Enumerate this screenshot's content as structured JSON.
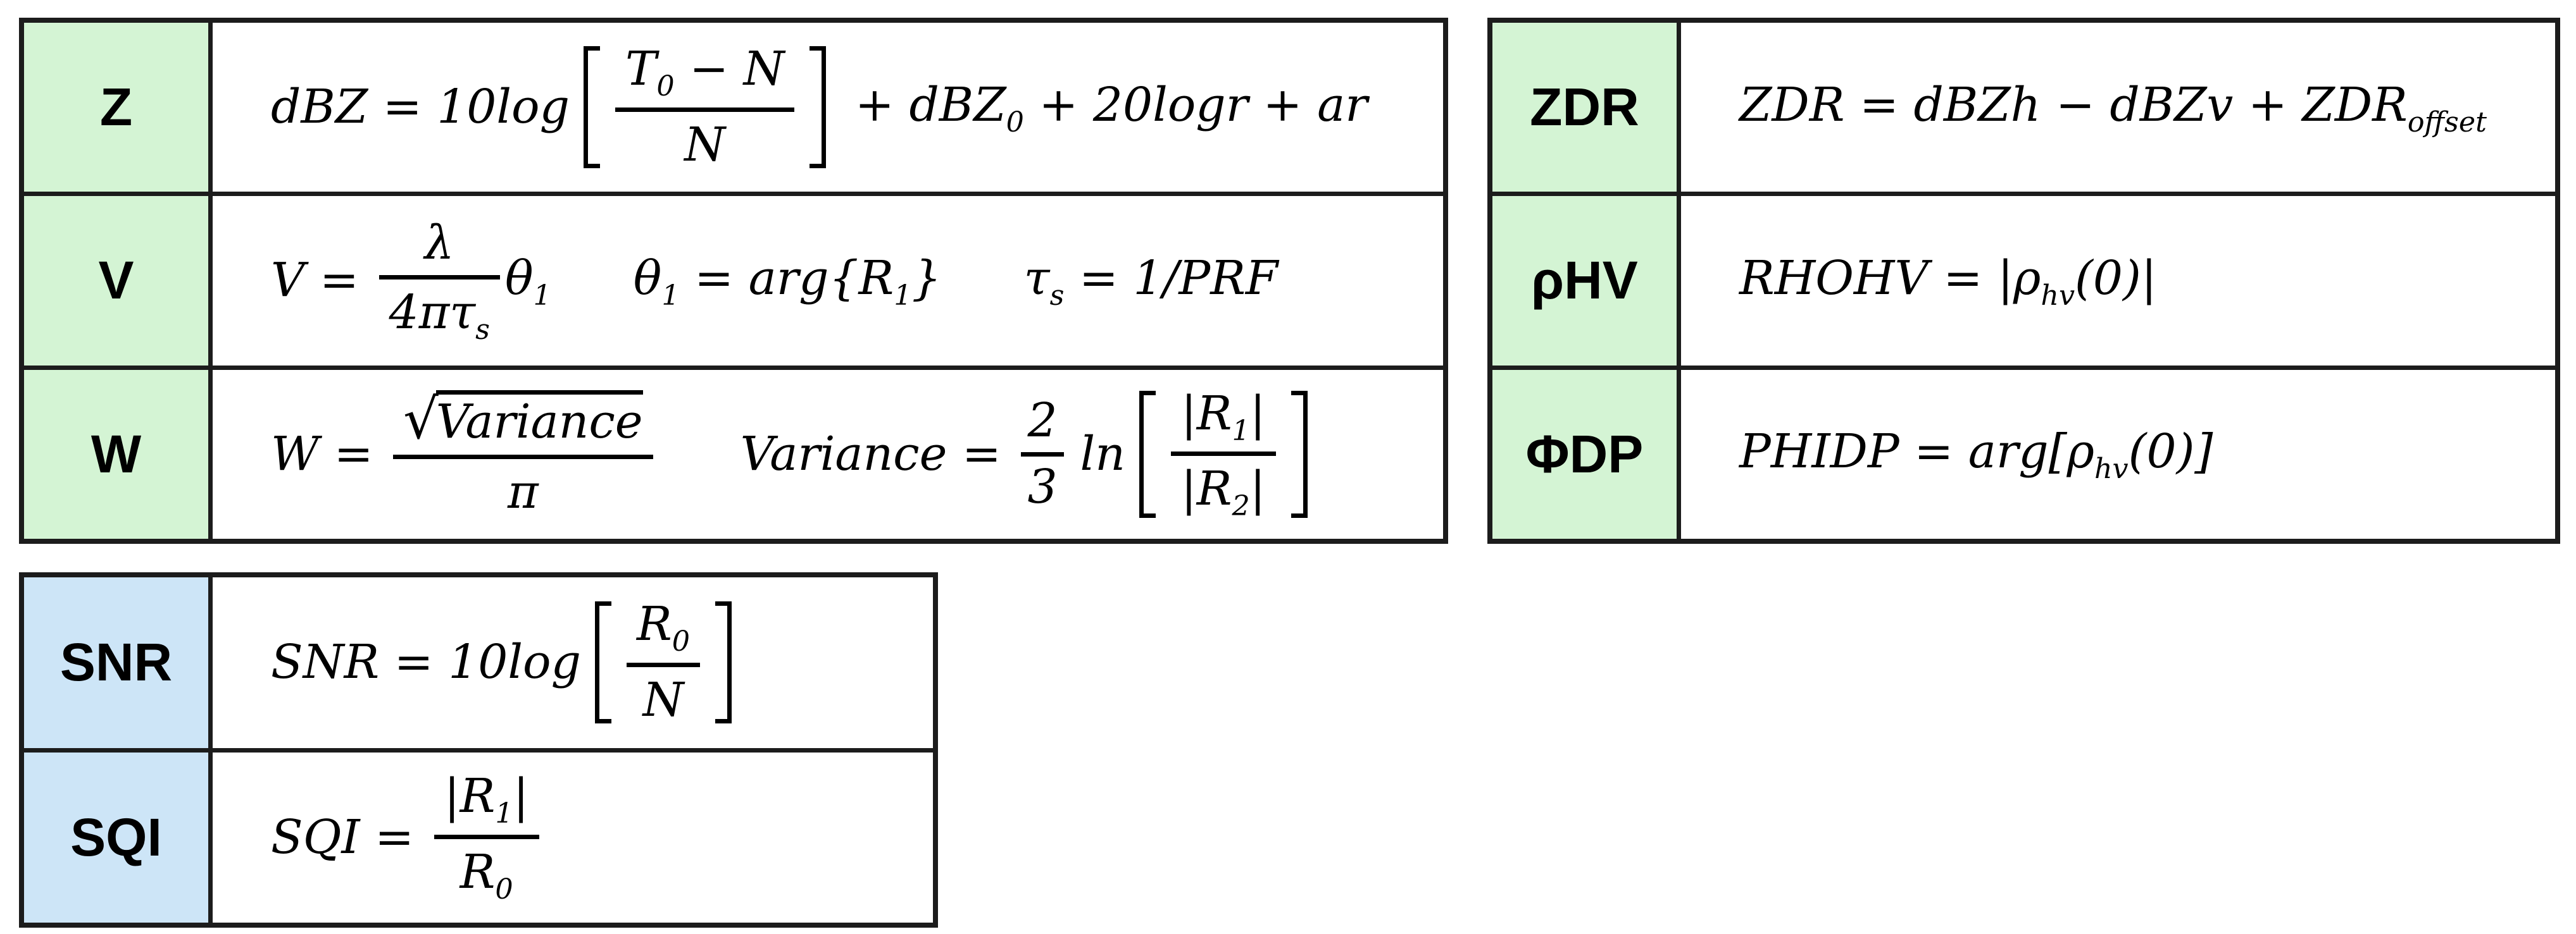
{
  "colors": {
    "label_green": "#d4f4d4",
    "label_blue": "#cde5f7",
    "border": "#1c1c1c",
    "background": "#ffffff"
  },
  "tables": {
    "left": {
      "rows": [
        {
          "label": "Z",
          "formula": {
            "t1": "dBZ = 10log",
            "num_base": "T",
            "num_sub": "0",
            "num_rest": " − N",
            "den": "N",
            "t2": " + dBZ",
            "t2_sub": "0",
            "t3": " + 20logr + ar"
          }
        },
        {
          "label": "V",
          "formula": {
            "t1": "V = ",
            "f1_num": "λ",
            "f1_den_base": "4πτ",
            "f1_den_sub": "s",
            "after_base": "θ",
            "after_sub": "1",
            "e2a": "θ",
            "e2a_sub": "1",
            "e2b": " = arg{R",
            "e2b_sub": "1",
            "e2c": "}",
            "e3a": "τ",
            "e3a_sub": "s",
            "e3b": " = 1/PRF"
          }
        },
        {
          "label": "W",
          "formula": {
            "t1": "W = ",
            "rad": "√",
            "radicand": "Variance",
            "f1_den": "π",
            "e2_lhs": "Variance = ",
            "f2_num": "2",
            "f2_den": "3",
            "ln": "ln",
            "f3_num_l": "|R",
            "f3_num_sub": "1",
            "f3_num_r": "|",
            "f3_den_l": "|R",
            "f3_den_sub": "2",
            "f3_den_r": "|"
          }
        }
      ]
    },
    "right": {
      "rows": [
        {
          "label": "ZDR",
          "formula": {
            "t1": "ZDR = dBZh − dBZv + ZDR",
            "t1_sub": "offset"
          }
        },
        {
          "label": "ρHV",
          "formula": {
            "t1": "RHOHV = |ρ",
            "t1_sub": "hv",
            "t2": "(0)|"
          }
        },
        {
          "label": "ΦDP",
          "formula": {
            "t1": "PHIDP = arg[ρ",
            "t1_sub": "hv",
            "t2": "(0)]"
          }
        }
      ]
    },
    "bottom": {
      "rows": [
        {
          "label": "SNR",
          "formula": {
            "t1": "SNR = 10log",
            "num_base": "R",
            "num_sub": "0",
            "den": "N"
          }
        },
        {
          "label": "SQI",
          "formula": {
            "t1": "SQI = ",
            "num_l": "|R",
            "num_sub": "1",
            "num_r": "|",
            "den_base": "R",
            "den_sub": "0"
          }
        }
      ]
    }
  }
}
